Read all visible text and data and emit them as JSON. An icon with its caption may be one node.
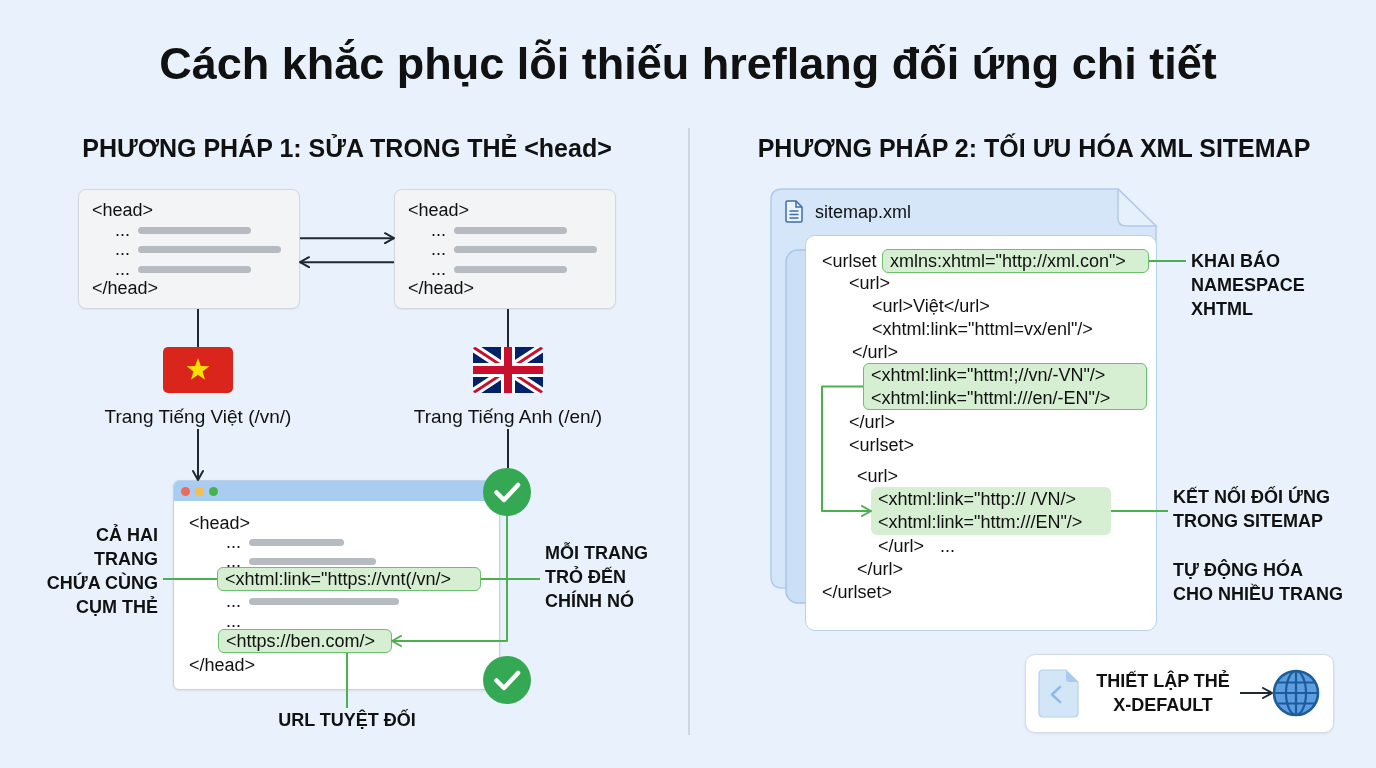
{
  "diagram": {
    "title": "Cách khắc phục lỗi thiếu hreflang đối ứng chi tiết",
    "nodes": [
      {
        "text": [
          "<head>",
          "...",
          "...",
          "...",
          "</head>"
        ]
      },
      {
        "text": [
          "<head>",
          "...",
          "...",
          "...",
          "</head>"
        ]
      },
      {
        "text": [
          "Trang Tiếng Việt (/vn/)"
        ]
      },
      {
        "text": [
          "Trang Tiếng Anh (/en/)"
        ]
      },
      {
        "text": [
          "<head>",
          "...",
          "...",
          "...",
          "...",
          "</head>"
        ]
      },
      {
        "text": [
          "<xhtml:link=\"https://vnt(/vn/>"
        ],
        "in": 4
      },
      {
        "text": [
          "<https://ben.com/>"
        ],
        "in": 4
      },
      {
        "text": [],
        "shape": "circle"
      },
      {
        "text": [
          "CẢ HAI TRANG CHỨA CÙNG CỤM THẺ"
        ]
      },
      {
        "text": [
          "MỖI TRANG TRỎ ĐẾN CHÍNH NÓ"
        ]
      },
      {
        "text": [
          "URL TUYỆT ĐỐI"
        ]
      },
      {
        "text": [
          "sitemap.xml"
        ]
      },
      {
        "text": [
          "<urlset",
          "<url>",
          "<url>Việt</url>",
          "<xhtml:link=\"httml=vx/enl\"/>",
          "</url>",
          "</url>",
          "<urlset>",
          "<url>",
          "</url>",
          "...",
          "</url>",
          "</urlset>"
        ],
        "in": 11
      },
      {
        "text": [
          "xmlns:xhtml=\"http://xml.con\">"
        ],
        "in": 12
      },
      {
        "text": [
          "<xhtml:link=\"httm!;//vn/-VN\"/>",
          "<xhtml:link=\"httml:///en/-EN\"/>"
        ],
        "in": 12
      },
      {
        "text": [
          "<xhtml:link=\"http:// /VN/>",
          "<xhtml:link=\"httm:///EN\"/>"
        ],
        "in": 12
      },
      {
        "text": [
          "KHAI BÁO NAMESPACE XHTML"
        ]
      },
      {
        "text": [
          "KẾT NỐI ĐỐI ỨNG TRONG SITEMAP"
        ]
      },
      {
        "text": [],
        "shape": "box"
      },
      {
        "text": [
          "THIẾT LẬP THẺ X-DEFAULT"
        ],
        "in": 18
      },
      {
        "text": [],
        "shape": "picture",
        "in": 18
      }
    ],
    "edges": [
      {
        "from": 0,
        "to": 1,
        "arrow": "to"
      },
      {
        "from": 1,
        "to": 0,
        "arrow": "to"
      },
      {
        "from": 0,
        "to": 2,
        "arrow": "none"
      },
      {
        "from": 1,
        "to": 3,
        "arrow": "none"
      },
      {
        "from": 2,
        "to": 4,
        "arrow": "to"
      },
      {
        "from": 3,
        "to": 7,
        "arrow": "none"
      },
      {
        "from": 7,
        "to": 6,
        "arrow": "to",
        "color": "#4caf50"
      },
      {
        "from": 8,
        "to": 5,
        "arrow": "none",
        "color": "#4caf50"
      },
      {
        "from": 9,
        "to": 5,
        "arrow": "none",
        "color": "#4caf50"
      },
      {
        "from": 10,
        "to": 6,
        "arrow": "none",
        "color": "#4caf50"
      },
      {
        "from": 13,
        "to": 16,
        "arrow": "none",
        "color": "#4caf50"
      },
      {
        "from": 14,
        "to": 15,
        "arrow": "to",
        "color": "#4caf50"
      },
      {
        "from": 17,
        "to": 15,
        "arrow": "none",
        "color": "#4caf50"
      },
      {
        "from": 19,
        "to": 20,
        "arrow": "to"
      }
    ],
    "labels": [
      "PHƯƠNG PHÁP 1: SỬA TRONG THẺ <head>",
      "PHƯƠNG PHÁP 2: TỐI ƯU HÓA XML SITEMAP",
      "TỰ ĐỘNG HÓA CHO NHIỀU TRANG"
    ]
  }
}
